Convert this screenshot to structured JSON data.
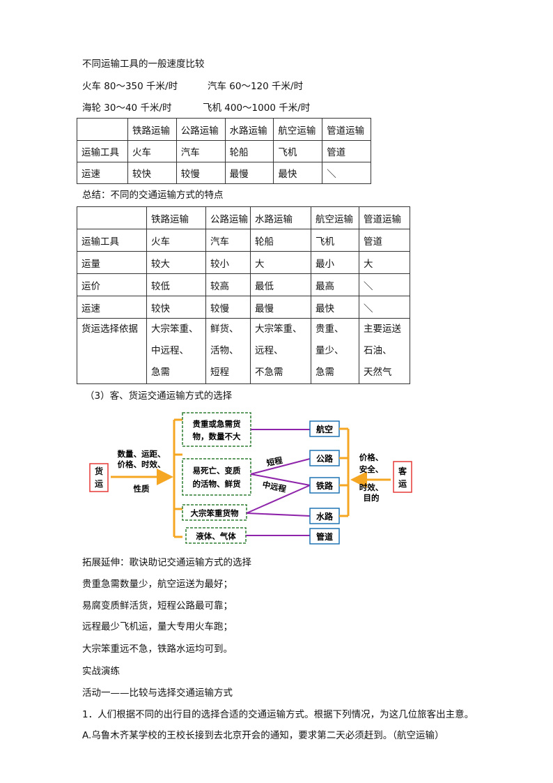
{
  "intro": {
    "title": "不同运输工具的一般速度比较",
    "speeds": [
      "火车 80～350 千米/时",
      "汽车 60～120 千米/时",
      "海轮 30～40 千米/时",
      "飞机 400～1000 千米/时"
    ]
  },
  "table1": {
    "headers": [
      "",
      "铁路运输",
      "公路运输",
      "水路运输",
      "航空运输",
      "管道运输"
    ],
    "rows": [
      [
        "运输工具",
        "火车",
        "汽车",
        "轮船",
        "飞机",
        "管道"
      ],
      [
        "运速",
        "较快",
        "较慢",
        "最慢",
        "最快",
        "＼"
      ]
    ]
  },
  "summary_title": "总结：不同的交通运输方式的特点",
  "table2": {
    "headers": [
      "",
      "铁路运输",
      "公路运输",
      "水路运输",
      "航空运输",
      "管道运输"
    ],
    "rows": [
      [
        "运输工具",
        "火车",
        "汽车",
        "轮船",
        "飞机",
        "管道"
      ],
      [
        "运量",
        "较大",
        "较小",
        "大",
        "最小",
        "大"
      ],
      [
        "运价",
        "较低",
        "较高",
        "最低",
        "最高",
        "＼"
      ],
      [
        "运速",
        "较快",
        "较慢",
        "最慢",
        "最快",
        "＼"
      ],
      [
        "货运选择依据",
        "大宗笨重、\n中远程、\n急需",
        "鲜货、\n活物、\n短程",
        "大宗笨重、\n远程、\n不急需",
        "贵重、\n量少、\n急需",
        "主要运送\n石油、\n天然气"
      ]
    ]
  },
  "section3_title": "（3）客、货运交通运输方式的选择",
  "diagram": {
    "left_box": "货运",
    "left_label_1": "数量、运距、",
    "left_label_2": "价格、时效、",
    "left_label_3": "性质",
    "cargo": [
      "贵重或急需货",
      "物，数量不大",
      "易死亡、变质",
      "的活物、鲜货",
      "大宗笨重货物",
      "液体、气体"
    ],
    "modes": [
      "航空",
      "公路",
      "铁路",
      "水路",
      "管道"
    ],
    "short_label": "短程",
    "mid_label": "中远程",
    "right_label_1": "价格、",
    "right_label_2": "安全、",
    "right_label_3": "时效、",
    "right_label_4": "目的",
    "right_box": "客运",
    "colors": {
      "orange": "#f5a623",
      "green": "#2e7d32",
      "purple": "#8e24aa",
      "blue": "#1e73b4",
      "red": "#e53935"
    }
  },
  "extension": {
    "title": "拓展延伸：歌诀助记交通运输方式的选择",
    "lines": [
      "贵重急需数量少，航空运送为最好；",
      "易腐变质鲜活货，短程公路最可靠；",
      "远程最少飞机运，量大专用火车跑；",
      "大宗笨重远不急，铁路水运均可到。"
    ]
  },
  "practice": {
    "title": "实战演练",
    "activity": "活动一——比较与选择交通运输方式",
    "q1": "1．人们根据不同的出行目的选择合适的交通运输方式。根据下列情况，为这几位旅客出主意。",
    "qa": "A.乌鲁木齐某学校的王校长接到去北京开会的通知，要求第二天必须赶到。（航空运输）"
  }
}
